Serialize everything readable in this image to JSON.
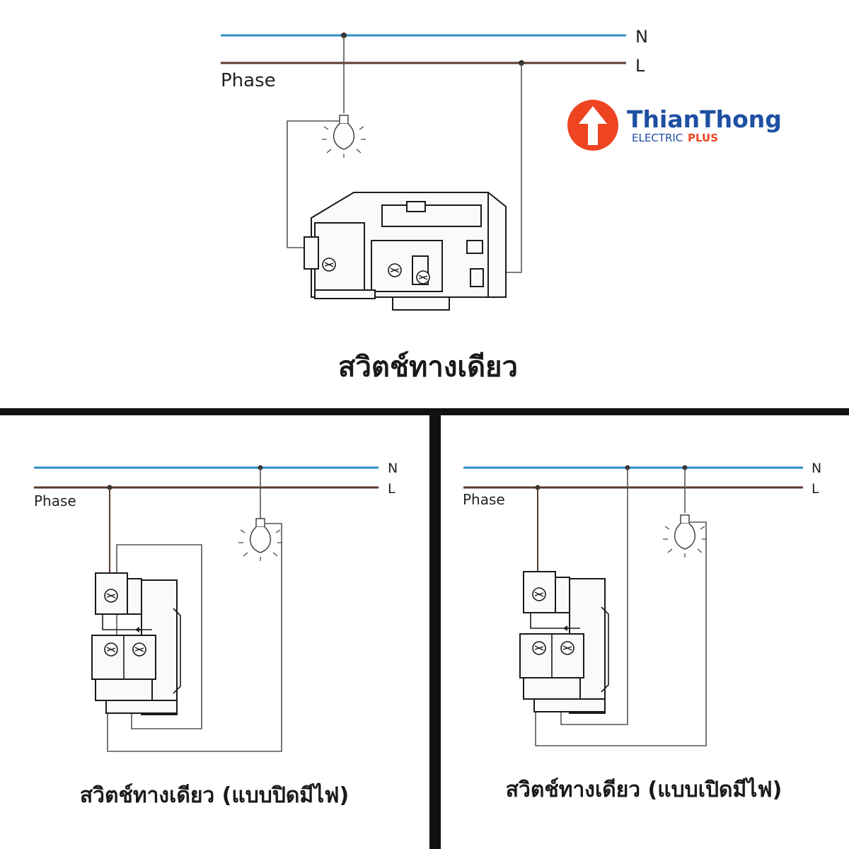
{
  "top": {
    "n_label": "N",
    "l_label": "L",
    "phase_label": "Phase",
    "title": "สวิตช์ทางเดียว"
  },
  "brand": {
    "name": "ThianThong",
    "sub_electric": "ELECTRIC",
    "sub_plus": "PLUS",
    "color_primary": "#1f4fa3",
    "color_accent": "#ee4422"
  },
  "left": {
    "n_label": "N",
    "l_label": "L",
    "phase_label": "Phase",
    "title": "สวิตช์ทางเดียว (แบบปิดมีไฟ)"
  },
  "right": {
    "n_label": "N",
    "l_label": "L",
    "phase_label": "Phase",
    "title": "สวิตช์ทางเดียว (แบบเปิดมีไฟ)"
  },
  "colors": {
    "neutral_wire": "#2e8fc8",
    "live_wire": "#5a3a2c"
  }
}
